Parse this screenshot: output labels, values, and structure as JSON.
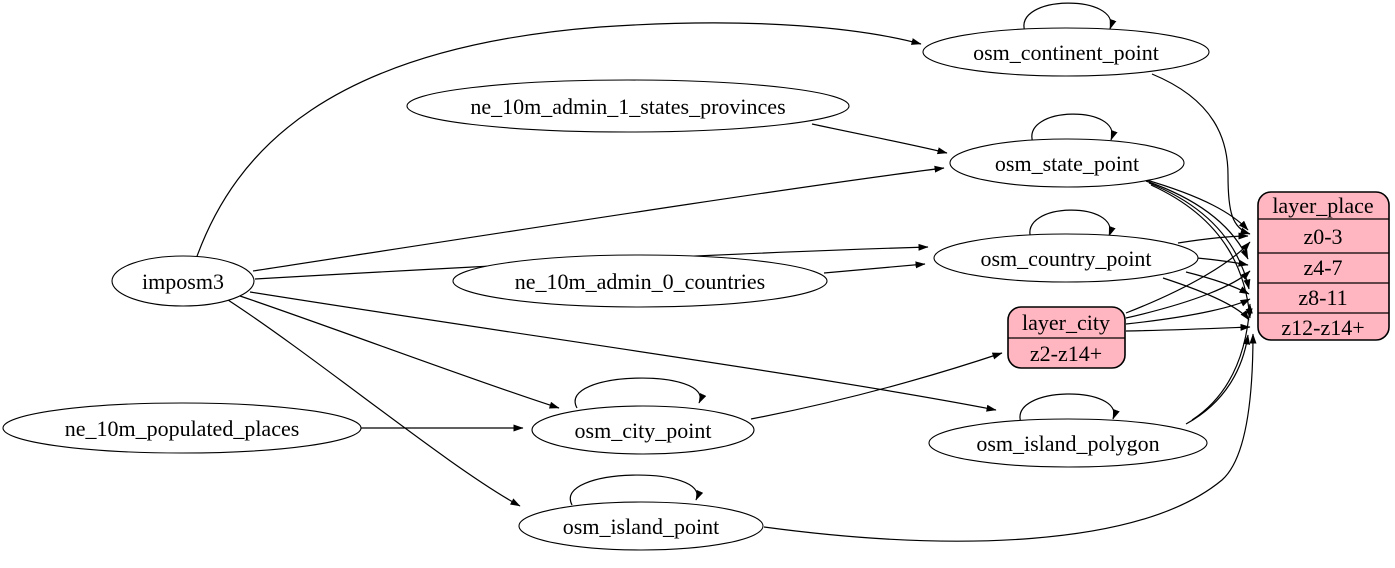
{
  "diagram": {
    "kind": "etl-dependency-graph",
    "colors": {
      "record_fill": "#ffb6c1",
      "node_fill": "#ffffff",
      "stroke": "#000000",
      "background": "#ffffff"
    },
    "nodes": {
      "imposm3": {
        "label": "imposm3"
      },
      "ne_10m_admin_1_states_provinces": {
        "label": "ne_10m_admin_1_states_provinces"
      },
      "ne_10m_admin_0_countries": {
        "label": "ne_10m_admin_0_countries"
      },
      "ne_10m_populated_places": {
        "label": "ne_10m_populated_places"
      },
      "osm_continent_point": {
        "label": "osm_continent_point"
      },
      "osm_state_point": {
        "label": "osm_state_point"
      },
      "osm_country_point": {
        "label": "osm_country_point"
      },
      "osm_city_point": {
        "label": "osm_city_point"
      },
      "osm_island_polygon": {
        "label": "osm_island_polygon"
      },
      "osm_island_point": {
        "label": "osm_island_point"
      }
    },
    "records": {
      "layer_city": {
        "title": "layer_city",
        "rows": [
          "z2-z14+"
        ]
      },
      "layer_place": {
        "title": "layer_place",
        "rows": [
          "z0-3",
          "z4-7",
          "z8-11",
          "z12-z14+"
        ]
      }
    },
    "edges": [
      {
        "from": "imposm3",
        "to": "osm_continent_point"
      },
      {
        "from": "imposm3",
        "to": "osm_state_point"
      },
      {
        "from": "imposm3",
        "to": "osm_country_point"
      },
      {
        "from": "imposm3",
        "to": "osm_city_point"
      },
      {
        "from": "imposm3",
        "to": "osm_island_polygon"
      },
      {
        "from": "imposm3",
        "to": "osm_island_point"
      },
      {
        "from": "ne_10m_admin_1_states_provinces",
        "to": "osm_state_point"
      },
      {
        "from": "ne_10m_admin_0_countries",
        "to": "osm_country_point"
      },
      {
        "from": "ne_10m_populated_places",
        "to": "osm_city_point"
      },
      {
        "from": "osm_continent_point",
        "to": "osm_continent_point"
      },
      {
        "from": "osm_state_point",
        "to": "osm_state_point"
      },
      {
        "from": "osm_country_point",
        "to": "osm_country_point"
      },
      {
        "from": "osm_city_point",
        "to": "osm_city_point"
      },
      {
        "from": "osm_island_polygon",
        "to": "osm_island_polygon"
      },
      {
        "from": "osm_island_point",
        "to": "osm_island_point"
      },
      {
        "from": "osm_city_point",
        "to": "layer_city:z2-z14+"
      },
      {
        "from": "osm_continent_point",
        "to": "layer_place:z0-3"
      },
      {
        "from": "osm_state_point",
        "to": "layer_place:z0-3"
      },
      {
        "from": "osm_state_point",
        "to": "layer_place:z4-7"
      },
      {
        "from": "osm_state_point",
        "to": "layer_place:z8-11"
      },
      {
        "from": "osm_state_point",
        "to": "layer_place:z12-z14+"
      },
      {
        "from": "osm_country_point",
        "to": "layer_place:z0-3"
      },
      {
        "from": "osm_country_point",
        "to": "layer_place:z4-7"
      },
      {
        "from": "osm_country_point",
        "to": "layer_place:z8-11"
      },
      {
        "from": "osm_country_point",
        "to": "layer_place:z12-z14+"
      },
      {
        "from": "layer_city",
        "to": "layer_place:z0-3"
      },
      {
        "from": "layer_city",
        "to": "layer_place:z4-7"
      },
      {
        "from": "layer_city",
        "to": "layer_place:z8-11"
      },
      {
        "from": "layer_city",
        "to": "layer_place:z12-z14+"
      },
      {
        "from": "osm_island_polygon",
        "to": "layer_place:z8-11"
      },
      {
        "from": "osm_island_polygon",
        "to": "layer_place:z12-z14+"
      },
      {
        "from": "osm_island_point",
        "to": "layer_place:z12-z14+"
      }
    ]
  }
}
